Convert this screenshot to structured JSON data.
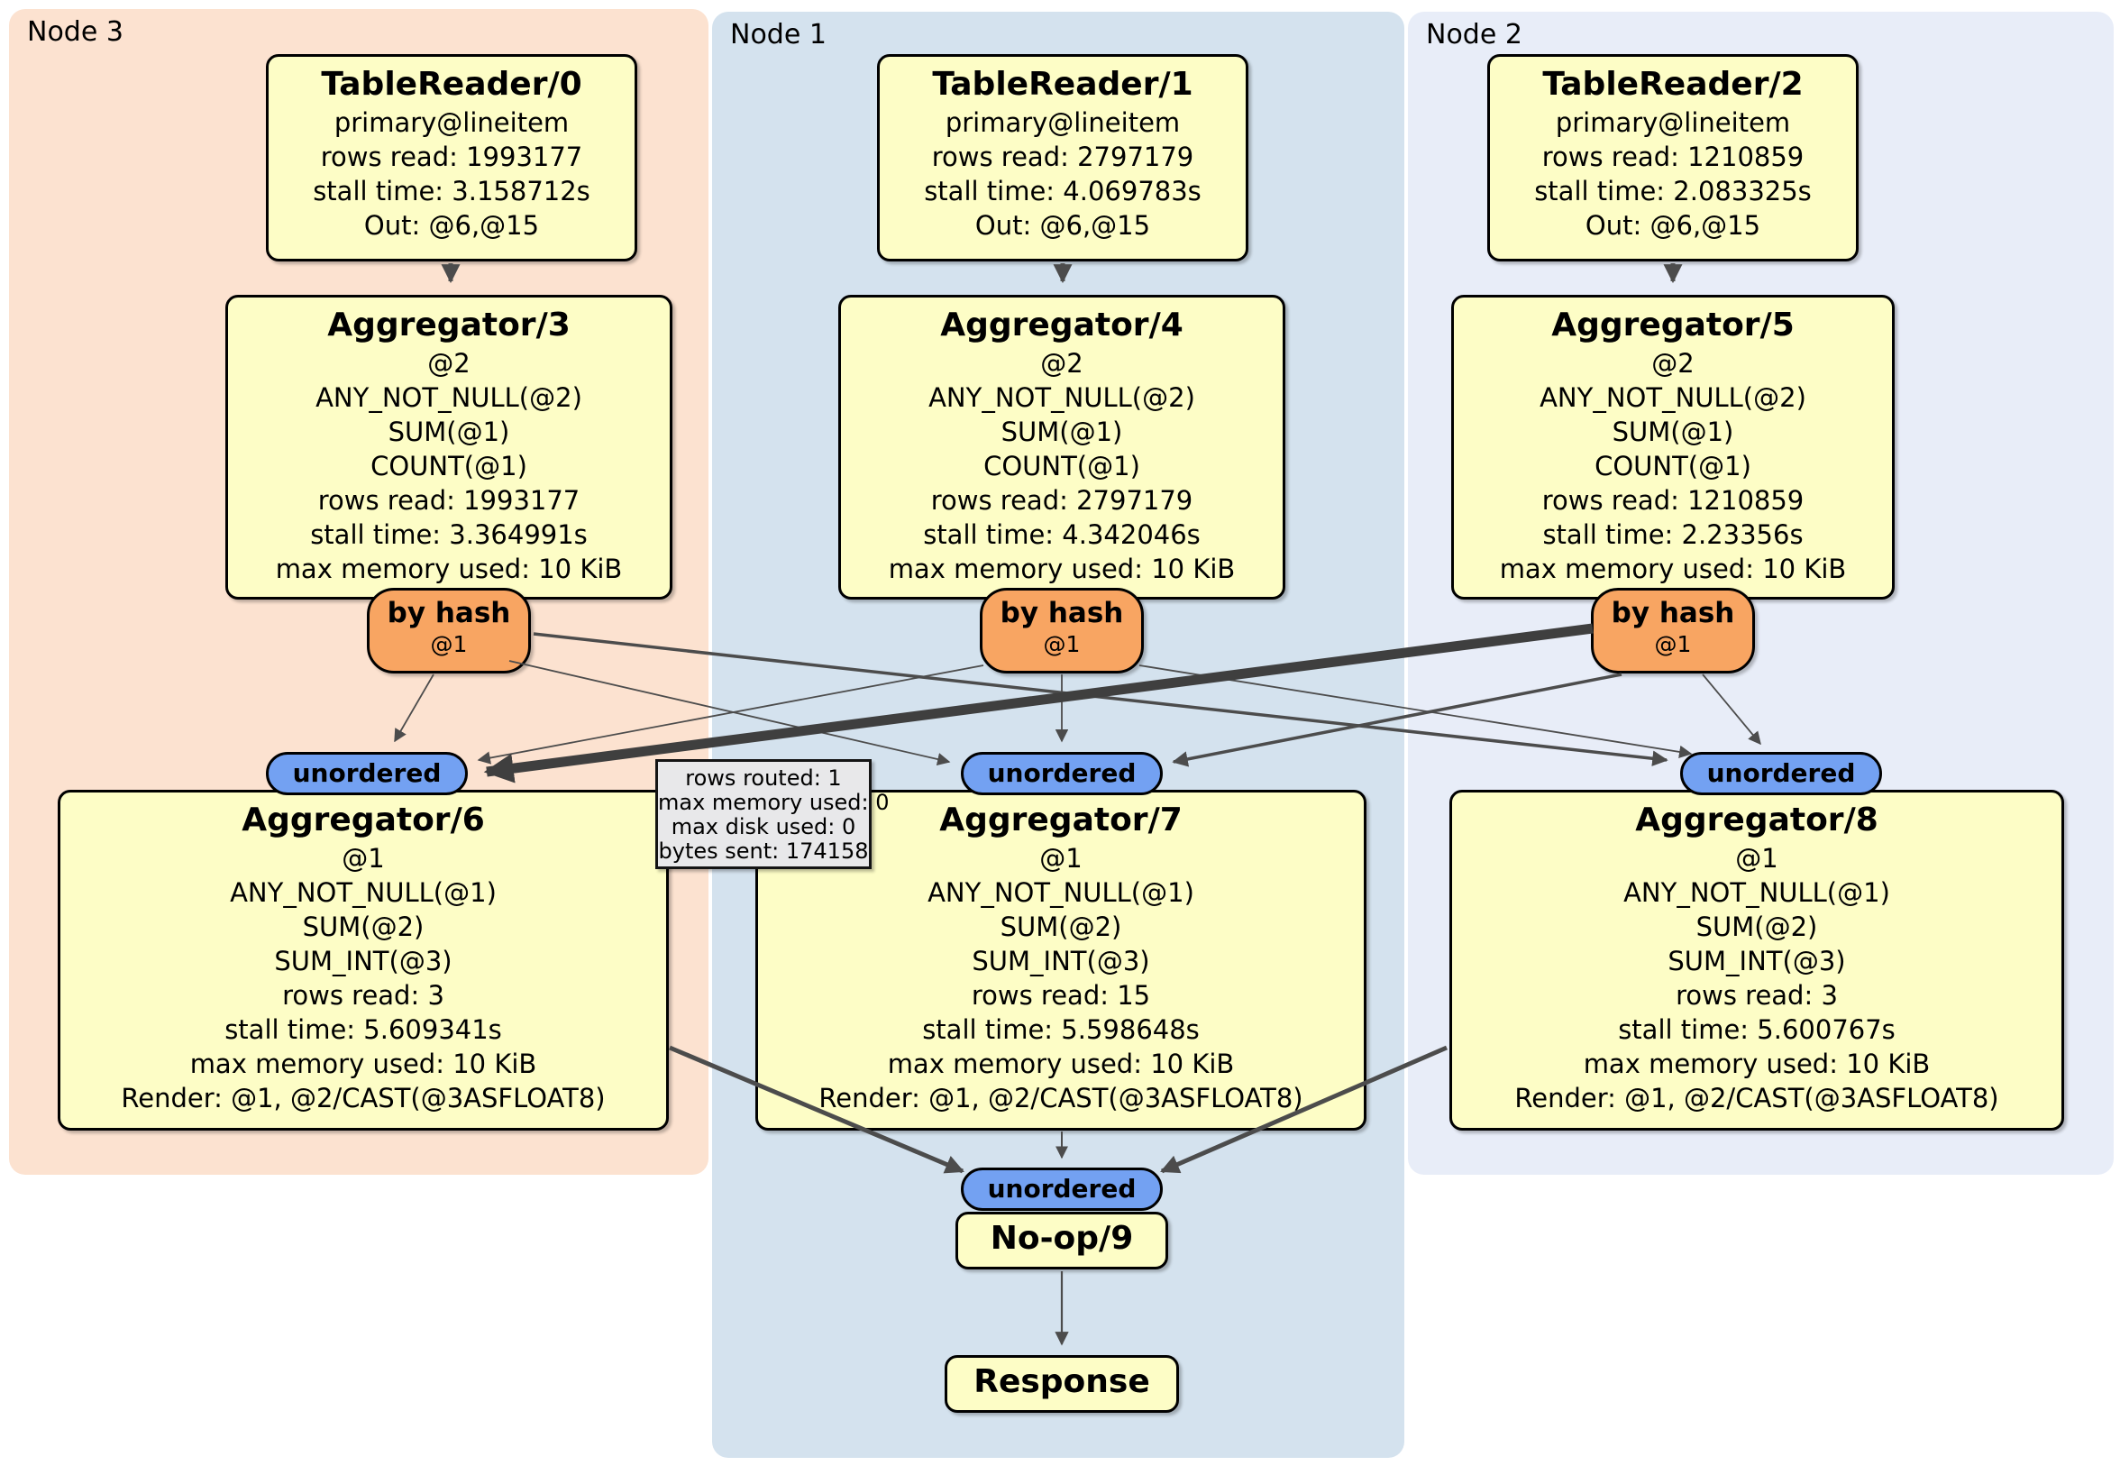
{
  "panels": [
    {
      "label": "Node 3",
      "color": "#fce2d0"
    },
    {
      "label": "Node 1",
      "color": "#d4e2ee"
    },
    {
      "label": "Node 2",
      "color": "#e8edf8"
    }
  ],
  "boxes": {
    "tr0": {
      "title": "TableReader/0",
      "lines": [
        "primary@lineitem",
        "rows read: 1993177",
        "stall time: 3.158712s",
        "Out: @6,@15"
      ]
    },
    "agg3": {
      "title": "Aggregator/3",
      "lines": [
        "@2",
        "ANY_NOT_NULL(@2)",
        "SUM(@1)",
        "COUNT(@1)",
        "rows read: 1993177",
        "stall time: 3.364991s",
        "max memory used: 10 KiB"
      ]
    },
    "agg6": {
      "title": "Aggregator/6",
      "lines": [
        "@1",
        "ANY_NOT_NULL(@1)",
        "SUM(@2)",
        "SUM_INT(@3)",
        "rows read: 3",
        "stall time: 5.609341s",
        "max memory used: 10 KiB",
        "Render: @1, @2/CAST(@3ASFLOAT8)"
      ]
    },
    "tr1": {
      "title": "TableReader/1",
      "lines": [
        "primary@lineitem",
        "rows read: 2797179",
        "stall time: 4.069783s",
        "Out: @6,@15"
      ]
    },
    "agg4": {
      "title": "Aggregator/4",
      "lines": [
        "@2",
        "ANY_NOT_NULL(@2)",
        "SUM(@1)",
        "COUNT(@1)",
        "rows read: 2797179",
        "stall time: 4.342046s",
        "max memory used: 10 KiB"
      ]
    },
    "agg7": {
      "title": "Aggregator/7",
      "lines": [
        "@1",
        "ANY_NOT_NULL(@1)",
        "SUM(@2)",
        "SUM_INT(@3)",
        "rows read: 15",
        "stall time: 5.598648s",
        "max memory used: 10 KiB",
        "Render: @1, @2/CAST(@3ASFLOAT8)"
      ]
    },
    "noop": {
      "title": "No-op/9",
      "lines": []
    },
    "response": {
      "title": "Response",
      "lines": []
    },
    "tr2": {
      "title": "TableReader/2",
      "lines": [
        "primary@lineitem",
        "rows read: 1210859",
        "stall time: 2.083325s",
        "Out: @6,@15"
      ]
    },
    "agg5": {
      "title": "Aggregator/5",
      "lines": [
        "@2",
        "ANY_NOT_NULL(@2)",
        "SUM(@1)",
        "COUNT(@1)",
        "rows read: 1210859",
        "stall time: 2.23356s",
        "max memory used: 10 KiB"
      ]
    },
    "agg8": {
      "title": "Aggregator/8",
      "lines": [
        "@1",
        "ANY_NOT_NULL(@1)",
        "SUM(@2)",
        "SUM_INT(@3)",
        "rows read: 3",
        "stall time: 5.600767s",
        "max memory used: 10 KiB",
        "Render: @1, @2/CAST(@3ASFLOAT8)"
      ]
    }
  },
  "routers": [
    {
      "label": "by hash",
      "detail": "@1"
    },
    {
      "label": "by hash",
      "detail": "@1"
    },
    {
      "label": "by hash",
      "detail": "@1"
    }
  ],
  "syncs": [
    {
      "label": "unordered"
    },
    {
      "label": "unordered"
    },
    {
      "label": "unordered"
    },
    {
      "label": "unordered"
    }
  ],
  "tooltip": {
    "lines": [
      "rows routed: 1",
      "max memory used: 0",
      "max disk used: 0",
      "bytes sent: 174158"
    ]
  },
  "colors": {
    "node3_panel": "#fce2d0",
    "node1_panel": "#d4e2ee",
    "node2_panel": "#e8edf8",
    "processor_box": "#fdfdc6",
    "router": "#f8a562",
    "sync": "#73a1f2",
    "edge": "#4c4c4c",
    "tooltip_bg": "#e8e8ea"
  }
}
